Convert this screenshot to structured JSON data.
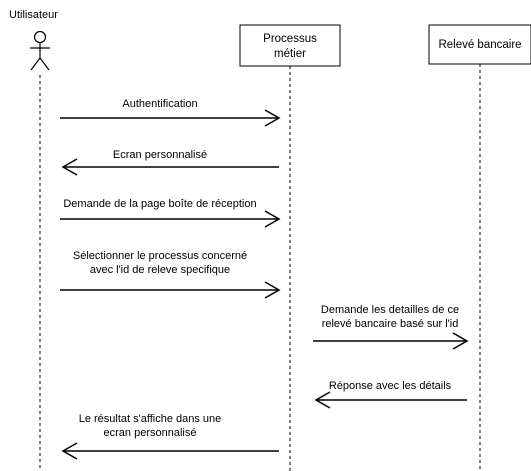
{
  "participants": {
    "actor": {
      "label": "Utilisateur"
    },
    "process": {
      "line1": "Processus",
      "line2": "métier"
    },
    "bank": {
      "label": "Relevé bancaire"
    }
  },
  "messages": [
    {
      "lines": [
        "Authentification"
      ],
      "from": "actor",
      "to": "process"
    },
    {
      "lines": [
        "Ecran personnalisé"
      ],
      "from": "process",
      "to": "actor"
    },
    {
      "lines": [
        "Demande de la page boîte de réception"
      ],
      "from": "actor",
      "to": "process"
    },
    {
      "lines": [
        "Sélectionner le processus concerné",
        "avec l'id de releve specifique"
      ],
      "from": "actor",
      "to": "process"
    },
    {
      "lines": [
        "Demande les detailles de ce",
        "relevé bancaire basé sur l'id"
      ],
      "from": "process",
      "to": "bank"
    },
    {
      "lines": [
        "Réponse avec les détails"
      ],
      "from": "bank",
      "to": "process"
    },
    {
      "lines": [
        "Le résultat s'affiche dans une",
        "ecran personnalisé"
      ],
      "from": "process",
      "to": "actor"
    }
  ],
  "colors": {
    "stroke": "#000000",
    "background": "#ffffff"
  }
}
